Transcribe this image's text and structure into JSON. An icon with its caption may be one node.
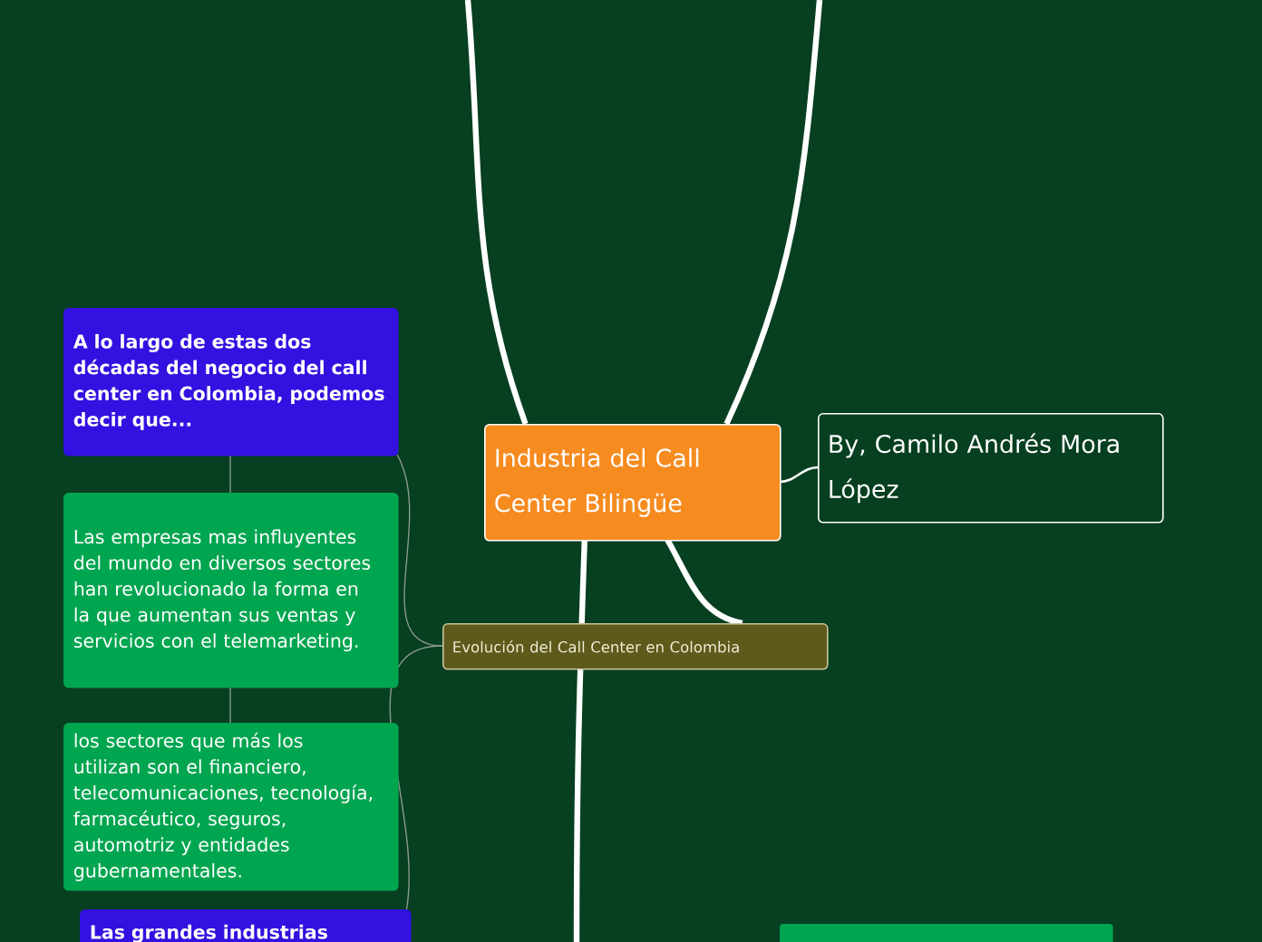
{
  "diagram": {
    "nodes": [
      {
        "text": [
          "Industria del Call Center Bilingüe"
        ]
      },
      {
        "text": [
          "By, Camilo Andrés Mora López"
        ]
      },
      {
        "text": [
          "Evolución del Call Center en Colombia"
        ]
      },
      {
        "text": [
          "A lo largo de estas dos décadas del negocio del call center en Colombia, podemos decir que..."
        ]
      },
      {
        "text": [
          "Las empresas mas influyentes del mundo en diversos sectores han revolucionado la forma en la que aumentan sus ventas y servicios con el telemarketing."
        ]
      },
      {
        "text": [
          "los sectores que más los utilizan son el financiero, telecomunicaciones, tecnología, farmacéutico, seguros, automotriz y entidades gubernamentales."
        ]
      },
      {
        "text": [
          "Las grandes industrias"
        ]
      },
      {
        "text": [],
        "shape": "box"
      }
    ],
    "edges": [
      {
        "from": 0,
        "to": 1,
        "arrow": "none"
      },
      {
        "from": 0,
        "to": 2,
        "arrow": "none",
        "style": "thick"
      },
      {
        "from": 2,
        "to": 3,
        "arrow": "none",
        "color": "#8a9a8c"
      },
      {
        "from": 3,
        "to": 4,
        "arrow": "none",
        "color": "#8a9a8c"
      },
      {
        "from": 4,
        "to": 5,
        "arrow": "none",
        "color": "#8a9a8c"
      },
      {
        "from": 2,
        "to": 6,
        "arrow": "none",
        "color": "#8a9a8c"
      },
      {
        "from": 0,
        "to": null,
        "arrow": "none",
        "style": "thick"
      },
      {
        "from": 0,
        "to": null,
        "arrow": "none",
        "style": "thick"
      },
      {
        "from": 0,
        "to": null,
        "arrow": "none",
        "style": "thick"
      }
    ]
  }
}
